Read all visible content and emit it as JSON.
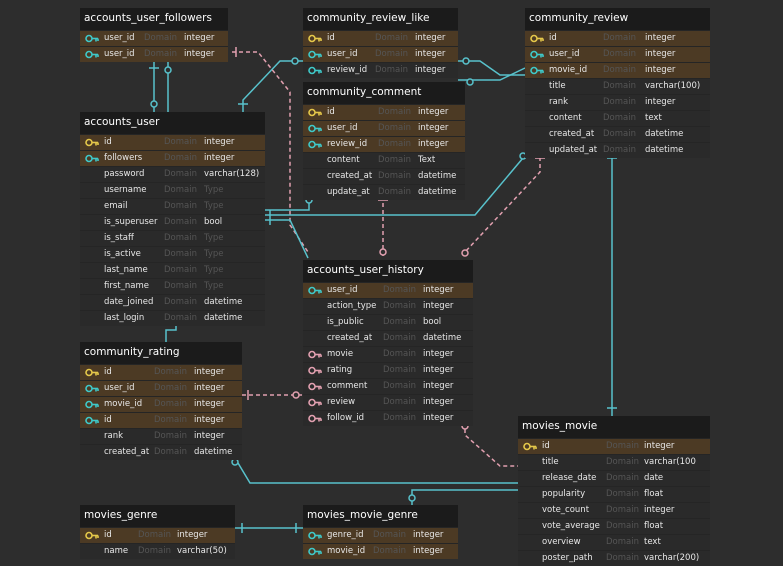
{
  "diagram": {
    "domain_label": "Domain",
    "tables": [
      {
        "id": "accounts_user_followers",
        "name": "accounts_user_followers",
        "cols": [
          {
            "name": "user_id",
            "type": "integer",
            "key": "fk",
            "pk": true
          },
          {
            "name": "user_id",
            "type": "integer",
            "key": "fk",
            "pk": true
          }
        ]
      },
      {
        "id": "community_review_like",
        "name": "community_review_like",
        "cols": [
          {
            "name": "id",
            "type": "integer",
            "key": "pk",
            "pk": true
          },
          {
            "name": "user_id",
            "type": "integer",
            "key": "fk",
            "pk": true
          },
          {
            "name": "review_id",
            "type": "integer",
            "key": "fk",
            "pk": false
          }
        ]
      },
      {
        "id": "community_review",
        "name": "community_review",
        "cols": [
          {
            "name": "id",
            "type": "integer",
            "key": "pk",
            "pk": true
          },
          {
            "name": "user_id",
            "type": "integer",
            "key": "fk",
            "pk": true
          },
          {
            "name": "movie_id",
            "type": "integer",
            "key": "fk",
            "pk": true
          },
          {
            "name": "title",
            "type": "varchar(100)",
            "key": "",
            "pk": false
          },
          {
            "name": "rank",
            "type": "integer",
            "key": "",
            "pk": false
          },
          {
            "name": "content",
            "type": "text",
            "key": "",
            "pk": false
          },
          {
            "name": "created_at",
            "type": "datetime",
            "key": "",
            "pk": false
          },
          {
            "name": "updated_at",
            "type": "datetime",
            "key": "",
            "pk": false
          }
        ]
      },
      {
        "id": "community_comment",
        "name": "community_comment",
        "cols": [
          {
            "name": "id",
            "type": "integer",
            "key": "pk",
            "pk": true
          },
          {
            "name": "user_id",
            "type": "integer",
            "key": "fk",
            "pk": true
          },
          {
            "name": "review_id",
            "type": "integer",
            "key": "fk",
            "pk": true
          },
          {
            "name": "content",
            "type": "Text",
            "key": "",
            "pk": false
          },
          {
            "name": "created_at",
            "type": "datetime",
            "key": "",
            "pk": false
          },
          {
            "name": "update_at",
            "type": "datetime",
            "key": "",
            "pk": false
          }
        ]
      },
      {
        "id": "accounts_user",
        "name": "accounts_user",
        "cols": [
          {
            "name": "id",
            "type": "integer",
            "key": "pk",
            "pk": true
          },
          {
            "name": "followers",
            "type": "integer",
            "key": "fk",
            "pk": true
          },
          {
            "name": "password",
            "type": "varchar(128)",
            "key": "",
            "pk": false
          },
          {
            "name": "username",
            "type": "Type",
            "key": "",
            "pk": false,
            "dim": true
          },
          {
            "name": "email",
            "type": "Type",
            "key": "",
            "pk": false,
            "dim": true
          },
          {
            "name": "is_superuser",
            "type": "bool",
            "key": "",
            "pk": false
          },
          {
            "name": "is_staff",
            "type": "Type",
            "key": "",
            "pk": false,
            "dim": true
          },
          {
            "name": "is_active",
            "type": "Type",
            "key": "",
            "pk": false,
            "dim": true
          },
          {
            "name": "last_name",
            "type": "Type",
            "key": "",
            "pk": false,
            "dim": true
          },
          {
            "name": "first_name",
            "type": "Type",
            "key": "",
            "pk": false,
            "dim": true
          },
          {
            "name": "date_joined",
            "type": "datetime",
            "key": "",
            "pk": false
          },
          {
            "name": "last_login",
            "type": "datetime",
            "key": "",
            "pk": false
          }
        ]
      },
      {
        "id": "accounts_user_history",
        "name": "accounts_user_history",
        "cols": [
          {
            "name": "user_id",
            "type": "integer",
            "key": "fk",
            "pk": true
          },
          {
            "name": "action_type",
            "type": "integer",
            "key": "",
            "pk": false
          },
          {
            "name": "is_public",
            "type": "bool",
            "key": "",
            "pk": false
          },
          {
            "name": "created_at",
            "type": "datetime",
            "key": "",
            "pk": false
          },
          {
            "name": "movie",
            "type": "integer",
            "key": "nfk",
            "pk": false
          },
          {
            "name": "rating",
            "type": "integer",
            "key": "nfk",
            "pk": false
          },
          {
            "name": "comment",
            "type": "integer",
            "key": "nfk",
            "pk": false
          },
          {
            "name": "review",
            "type": "integer",
            "key": "nfk",
            "pk": false
          },
          {
            "name": "follow_id",
            "type": "integer",
            "key": "nfk",
            "pk": false
          }
        ]
      },
      {
        "id": "community_rating",
        "name": "community_rating",
        "cols": [
          {
            "name": "id",
            "type": "integer",
            "key": "pk",
            "pk": true
          },
          {
            "name": "user_id",
            "type": "integer",
            "key": "fk",
            "pk": true
          },
          {
            "name": "movie_id",
            "type": "integer",
            "key": "fk",
            "pk": true
          },
          {
            "name": "id",
            "type": "integer",
            "key": "fk",
            "pk": true
          },
          {
            "name": "rank",
            "type": "integer",
            "key": "",
            "pk": false
          },
          {
            "name": "created_at",
            "type": "datetime",
            "key": "",
            "pk": false
          }
        ]
      },
      {
        "id": "movies_movie",
        "name": "movies_movie",
        "cols": [
          {
            "name": "id",
            "type": "integer",
            "key": "pk",
            "pk": true
          },
          {
            "name": "title",
            "type": "varchar(100",
            "key": "",
            "pk": false
          },
          {
            "name": "release_date",
            "type": "date",
            "key": "",
            "pk": false
          },
          {
            "name": "popularity",
            "type": "float",
            "key": "",
            "pk": false
          },
          {
            "name": "vote_count",
            "type": "integer",
            "key": "",
            "pk": false
          },
          {
            "name": "vote_average",
            "type": "float",
            "key": "",
            "pk": false
          },
          {
            "name": "overview",
            "type": "text",
            "key": "",
            "pk": false
          },
          {
            "name": "poster_path",
            "type": "varchar(200)",
            "key": "",
            "pk": false
          }
        ]
      },
      {
        "id": "movies_genre",
        "name": "movies_genre",
        "cols": [
          {
            "name": "id",
            "type": "integer",
            "key": "pk",
            "pk": true
          },
          {
            "name": "name",
            "type": "varchar(50)",
            "key": "",
            "pk": false
          }
        ]
      },
      {
        "id": "movies_movie_genre",
        "name": "movies_movie_genre",
        "cols": [
          {
            "name": "genre_id",
            "type": "integer",
            "key": "fk",
            "pk": true
          },
          {
            "name": "movie_id",
            "type": "integer",
            "key": "fk",
            "pk": true
          }
        ]
      }
    ],
    "colors": {
      "background": "#2d2d2d",
      "pk_row": "#4c3a24",
      "pk_icon": "#e5c84a",
      "fk_icon": "#3fc9c9",
      "nullable_fk_icon": "#e2a0b0",
      "solid_edge": "#58c2cc",
      "dashed_edge": "#e2a0b0"
    }
  }
}
